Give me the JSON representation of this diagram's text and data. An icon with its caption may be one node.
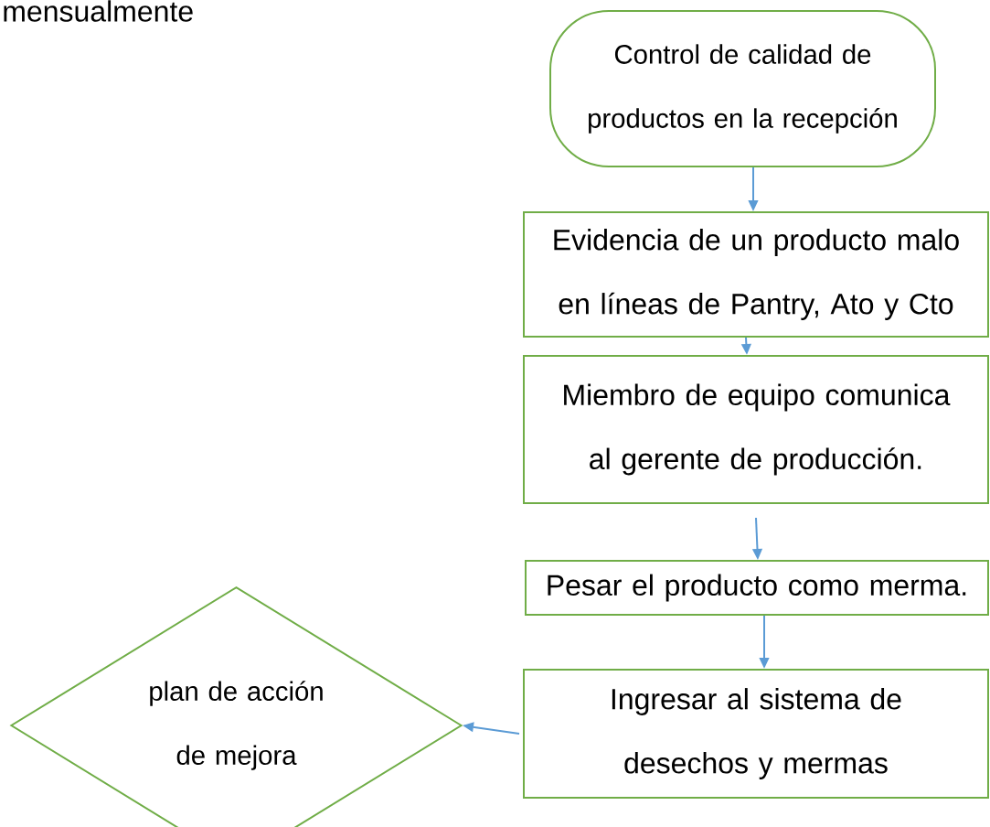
{
  "diagram": {
    "nodes": [
      {
        "text": [
          "Control de calidad de productos en la recepción"
        ]
      },
      {
        "text": [
          "Evidencia de un producto malo en líneas de Pantry, Ato y Cto"
        ]
      },
      {
        "text": [
          "Miembro de equipo comunica al gerente de producción."
        ]
      },
      {
        "text": [
          "Pesar el producto como merma."
        ]
      },
      {
        "text": [
          "Ingresar al sistema de desechos y mermas"
        ]
      },
      {
        "text": [
          "plan de acción de mejora"
        ]
      }
    ],
    "edges": [
      {
        "from": 0,
        "to": 1,
        "arrow": "to"
      },
      {
        "from": 1,
        "to": 2,
        "arrow": "to"
      },
      {
        "from": 2,
        "to": 3,
        "arrow": "to"
      },
      {
        "from": 3,
        "to": 4,
        "arrow": "to"
      },
      {
        "from": 4,
        "to": 5,
        "arrow": "to"
      }
    ],
    "labels": [
      "mensualmente"
    ]
  }
}
